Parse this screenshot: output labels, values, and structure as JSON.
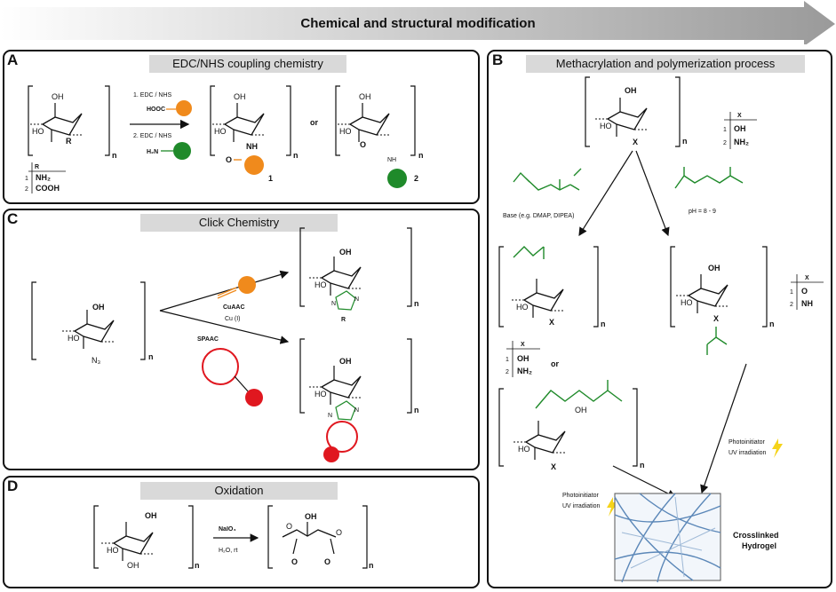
{
  "banner": {
    "title": "Chemical and structural modification"
  },
  "panel_a": {
    "letter": "A",
    "title": "EDC/NHS coupling chemistry",
    "step1": "1. EDC / NHS",
    "step2": "2. EDC / NHS",
    "reagent_1": "HOOC",
    "reagent_2": "H₂N",
    "or": "or",
    "substituent": "R",
    "amide_nh": "NH",
    "amide_o": "O",
    "table_header": "R",
    "table_rows": [
      {
        "num": "1",
        "value": "NH₂",
        "color": "#e0171f"
      },
      {
        "num": "2",
        "value": "COOH",
        "color": "#8b2fc9"
      }
    ],
    "product_1": "1",
    "product_2": "2",
    "repeat": "n",
    "colors": {
      "orange": "#f08a1c",
      "green": "#1f8a2a",
      "purple": "#8b2fc9",
      "red": "#e0171f"
    }
  },
  "panel_b": {
    "letter": "B",
    "title": "Methacrylation and polymerization process",
    "x_label": "X",
    "table1": [
      {
        "num": "1",
        "value": "OH",
        "color": "#7a1c8c"
      },
      {
        "num": "2",
        "value": "NH₂",
        "color": "#e0171f"
      }
    ],
    "table2": [
      {
        "num": "1",
        "value": "O",
        "color": "#7a1c8c"
      },
      {
        "num": "2",
        "value": "NH",
        "color": "#e0171f"
      }
    ],
    "table3": [
      {
        "num": "1",
        "value": "OH",
        "color": "#7a1c8c"
      },
      {
        "num": "2",
        "value": "NH₂",
        "color": "#e0171f"
      }
    ],
    "base_label": "Base (e.g. DMAP, DIPEA)",
    "ph_label": "pH = 8 - 9",
    "or": "or",
    "photo_1": "Photoinitiator",
    "uv_1": "UV irradiation",
    "photo_2": "Photoinitiator",
    "uv_2": "UV irradiation",
    "result": "Crosslinked Hydrogel",
    "result_line1": "Crosslinked",
    "result_line2": "Hydrogel",
    "oh": "OH",
    "repeat": "n"
  },
  "panel_c": {
    "letter": "C",
    "title": "Click Chemistry",
    "cuaac": "CuAAC",
    "cu": "Cu (I)",
    "spaac": "SPAAC",
    "azide": "N₃",
    "r": "R",
    "n_atom": "N",
    "oh": "OH",
    "repeat": "n"
  },
  "panel_d": {
    "letter": "D",
    "title": "Oxidation",
    "reagent": "NaIO₄",
    "conditions": "H₂O, rt",
    "oh": "OH",
    "ho": "HO",
    "o": "O",
    "repeat": "n"
  },
  "common": {
    "ho": "HO",
    "oh": "OH"
  }
}
